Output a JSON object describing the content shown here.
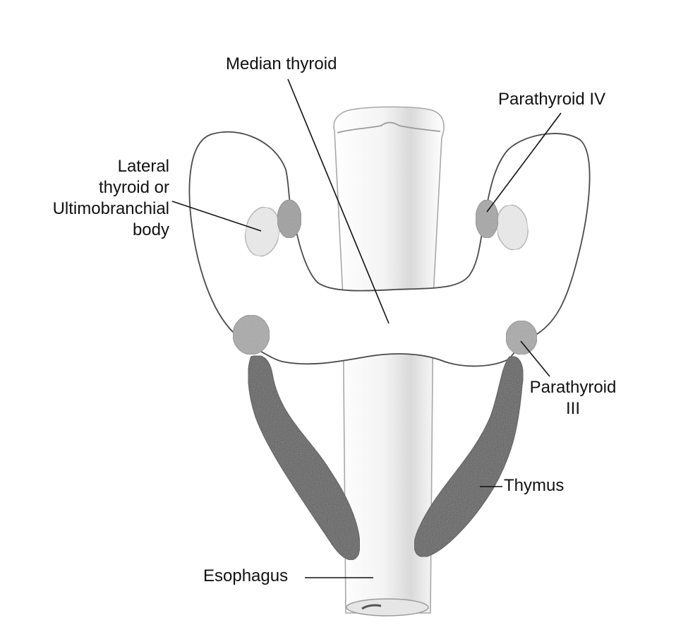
{
  "diagram": {
    "subject": "Embryonic pharyngeal derivatives: thyroid, parathyroids, thymus",
    "colors": {
      "outline": "#3a3a3a",
      "pencil_light": "#9a9a9a",
      "parathyroid_fill": "#a9a9a9",
      "ultimobranchial_fill": "#eeeeee",
      "thymus_fill": "#5e5e5e",
      "leader_line": "#111111",
      "background": "#ffffff"
    },
    "labels": {
      "median_thyroid": "Median thyroid",
      "parathyroid_iv": "Parathyroid IV",
      "lateral_thyroid": [
        "Lateral",
        "thyroid or",
        "Ultimobranchial",
        "body"
      ],
      "parathyroid_iii": [
        "Parathyroid",
        "III"
      ],
      "thymus": "Thymus",
      "esophagus": "Esophagus"
    }
  }
}
